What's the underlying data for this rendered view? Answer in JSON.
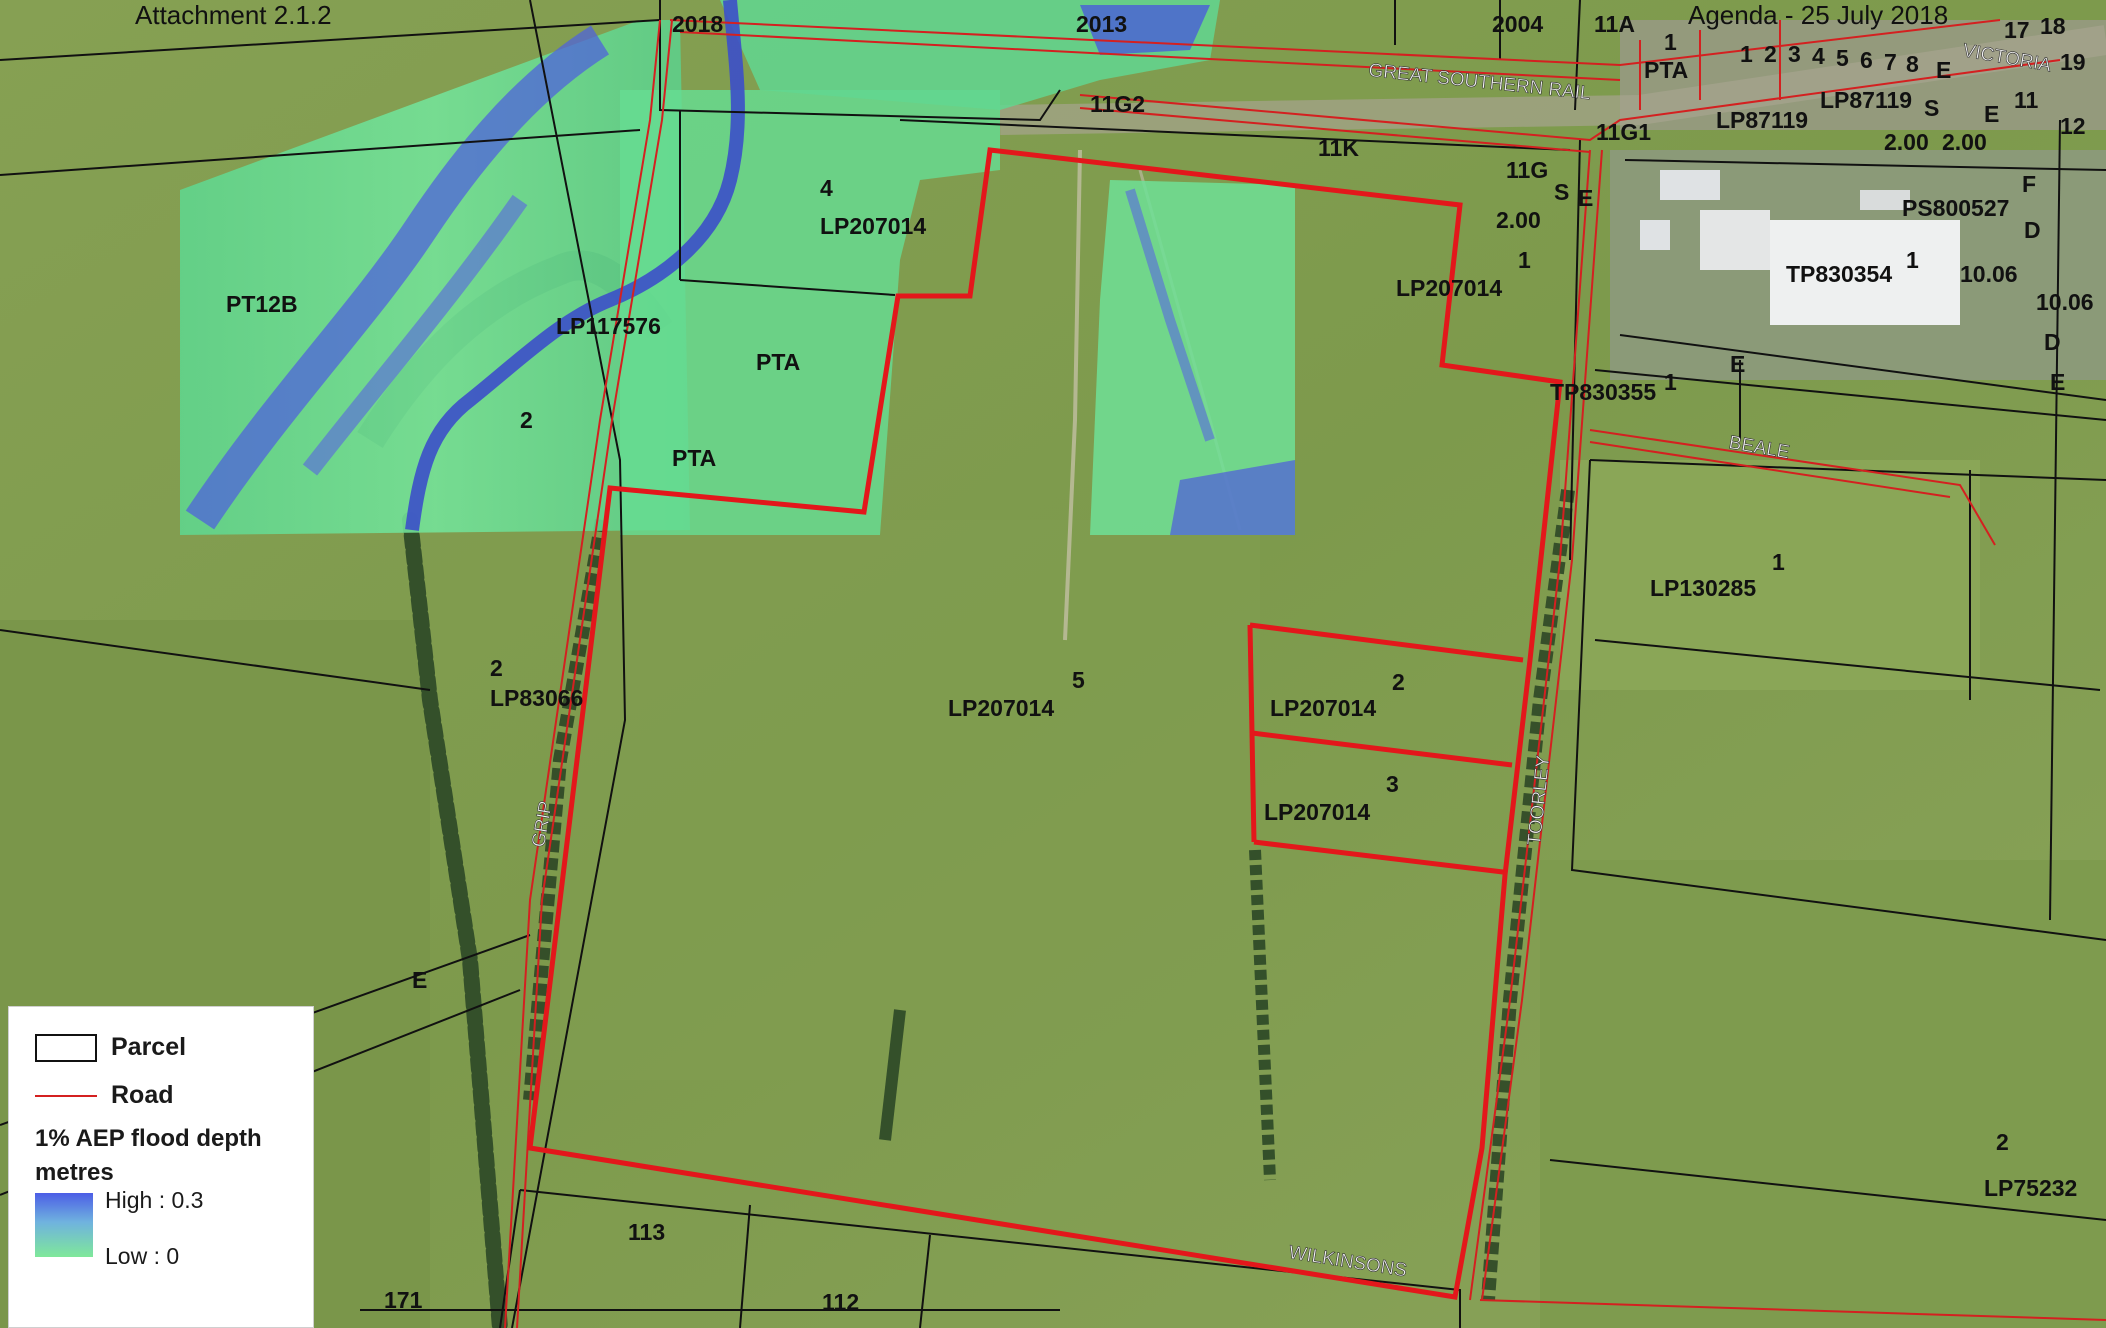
{
  "header": {
    "left": "Attachment 2.1.2",
    "right": "Agenda - 25 July 2018"
  },
  "colors": {
    "parcel_line": "#111111",
    "road_line": "#d42020",
    "subject_boundary": "#e3171b",
    "flood_high": "#4c5ee6",
    "flood_low": "#7fe89a",
    "aerial_base": "#7f9a4e"
  },
  "map": {
    "parcel_labels": [
      "PT12B",
      "LP117576",
      "2",
      "PTA",
      "PTA",
      "4",
      "LP207014",
      "LP207014",
      "1",
      "LP207014",
      "5",
      "LP207014",
      "2",
      "LP207014",
      "3",
      "2",
      "LP83066",
      "E",
      "113",
      "112",
      "171",
      "2018",
      "2013",
      "2004",
      "11A",
      "11G2",
      "11K",
      "11G",
      "S",
      "E",
      "2.00",
      "11G1",
      "PTA",
      "LP87119",
      "LP87119",
      "2.00",
      "2.00",
      "1",
      "TP830354",
      "PS800527",
      "10.06",
      "10.06",
      "D",
      "E",
      "F",
      "D",
      "TP830355",
      "1",
      "E",
      "1",
      "LP130285",
      "2",
      "LP75232",
      "S",
      "E",
      "1",
      "E",
      "1",
      "2",
      "3",
      "4",
      "5",
      "6",
      "7",
      "8",
      "17",
      "18",
      "19",
      "12",
      "11"
    ],
    "road_labels": [
      "GREAT SOUTHERN RAIL",
      "VICTORIA",
      "BEALE",
      "GRIP",
      "TOORLEY",
      "WILKINSONS"
    ]
  },
  "legend": {
    "parcel": "Parcel",
    "road": "Road",
    "flood_title": "1% AEP flood depth",
    "flood_units": "metres",
    "high": "High : 0.3",
    "low": "Low : 0"
  }
}
